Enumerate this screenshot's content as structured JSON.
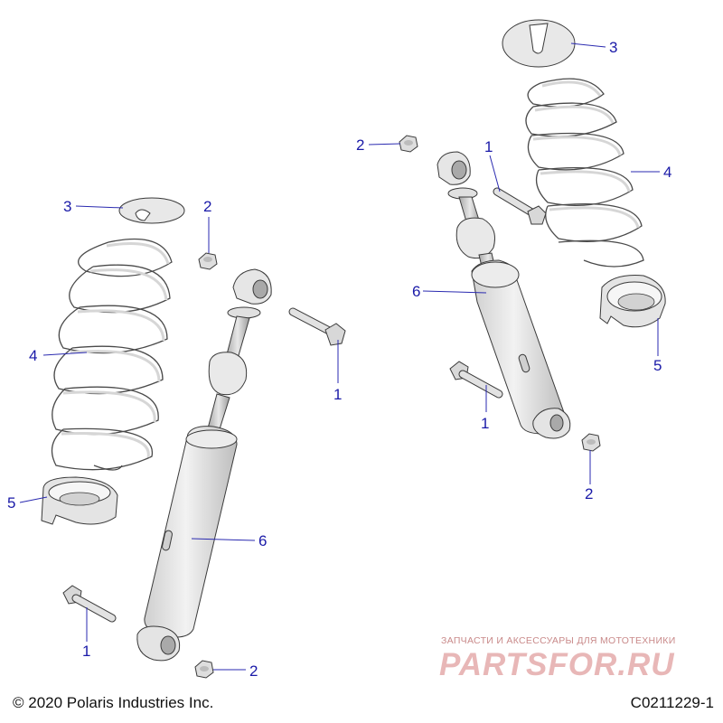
{
  "diagram": {
    "callouts": {
      "left_spring_seat": "3",
      "left_nut_top": "2",
      "left_spring": "4",
      "left_bolt_top": "1",
      "left_retainer": "5",
      "left_shock": "6",
      "left_bolt_bottom": "1",
      "left_nut_bottom": "2",
      "right_spring_seat": "3",
      "right_nut_top": "2",
      "right_bolt_top": "1",
      "right_spring": "4",
      "right_shock": "6",
      "right_retainer": "5",
      "right_bolt_bottom": "1",
      "right_nut_bottom": "2"
    },
    "colors": {
      "callout": "#1a1aa8",
      "part_fill": "#e6e6e6",
      "part_stroke": "#3a3a3a"
    }
  },
  "footer": {
    "copyright": "© 2020 Polaris Industries Inc.",
    "drawing_id": "C0211229-1"
  },
  "watermark": {
    "caption": "ЗАПЧАСТИ И АКСЕССУАРЫ ДЛЯ МОТОТЕХНИКИ",
    "logo": "PARTSFOR.RU"
  }
}
